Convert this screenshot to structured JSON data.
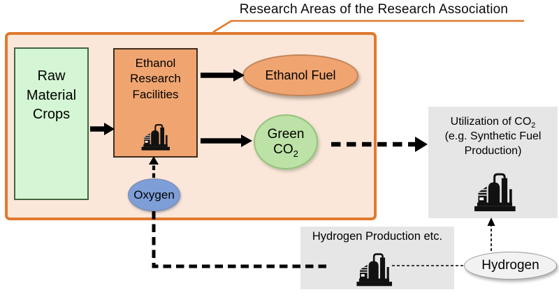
{
  "title": "Research Areas of the Research Association",
  "diagram": {
    "raw_crops": {
      "lines": [
        "Raw",
        "Material",
        "Crops"
      ]
    },
    "ethanol_facilities": {
      "lines": [
        "Ethanol",
        "Research",
        "Facilities"
      ]
    },
    "ethanol_fuel": {
      "label": "Ethanol Fuel"
    },
    "green_co2": {
      "line1": "Green",
      "formula_base": "CO",
      "formula_sub": "2"
    },
    "oxygen": {
      "label": "Oxygen"
    },
    "utilization_co2": {
      "line1_base": "Utilization of CO",
      "line1_sub": "2",
      "line2": "(e.g. Synthetic Fuel",
      "line3": "Production)"
    },
    "hydrogen_production": {
      "label": "Hydrogen Production etc."
    },
    "hydrogen": {
      "label": "Hydrogen"
    }
  },
  "icons": {
    "refinery": "refinery-icon"
  },
  "colors": {
    "container_border": "#E0792F",
    "container_fill": "#FBE7DA",
    "orange_node_fill": "#F0A571",
    "raw_crops_fill": "#D5F6D4",
    "green_co2_fill": "#BDE2A7",
    "oxygen_fill": "#7E9ED8",
    "gray_panel_fill": "#E6E6E6",
    "hydrogen_fill": "#F2F2F2",
    "arrow_color": "#000000",
    "icon_color": "#111111"
  }
}
